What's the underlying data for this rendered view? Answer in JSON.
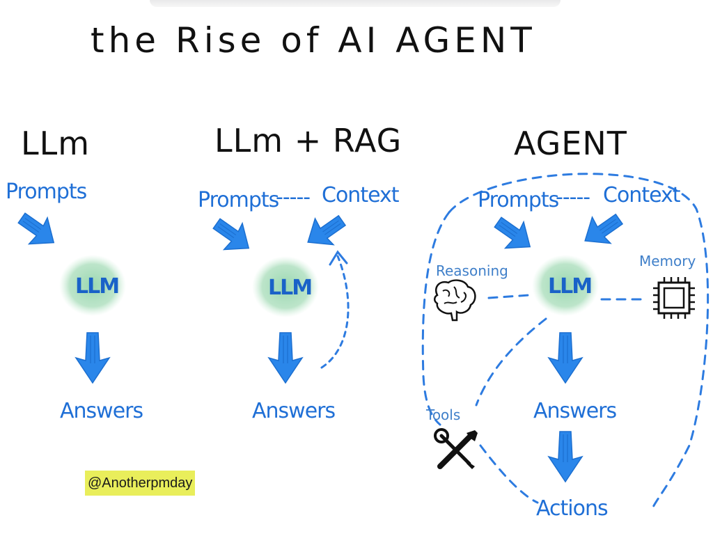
{
  "title": "the Rise of AI AGENT",
  "columns": [
    {
      "heading": "LLm",
      "inputs": [
        "Prompts"
      ],
      "core": "LLM",
      "output": "Answers"
    },
    {
      "heading": "LLm + RAG",
      "inputs": [
        "Prompts",
        "Context"
      ],
      "connector": "-----",
      "core": "LLM",
      "output": "Answers"
    },
    {
      "heading": "AGENT",
      "inputs": [
        "Prompts",
        "Context"
      ],
      "connector": "-----",
      "core": "LLM",
      "output": "Answers",
      "final_output": "Actions",
      "modules": [
        {
          "label": "Reasoning",
          "icon": "brain-icon"
        },
        {
          "label": "Memory",
          "icon": "chip-icon"
        },
        {
          "label": "Tools",
          "icon": "tools-icon"
        }
      ]
    }
  ],
  "credit": "@Anotherpmday",
  "colors": {
    "ink": "#111111",
    "blue": "#1f6fd6",
    "arrow": "#2a86ea",
    "blob": "#a6dcb8",
    "badge": "#e9ee5b"
  }
}
